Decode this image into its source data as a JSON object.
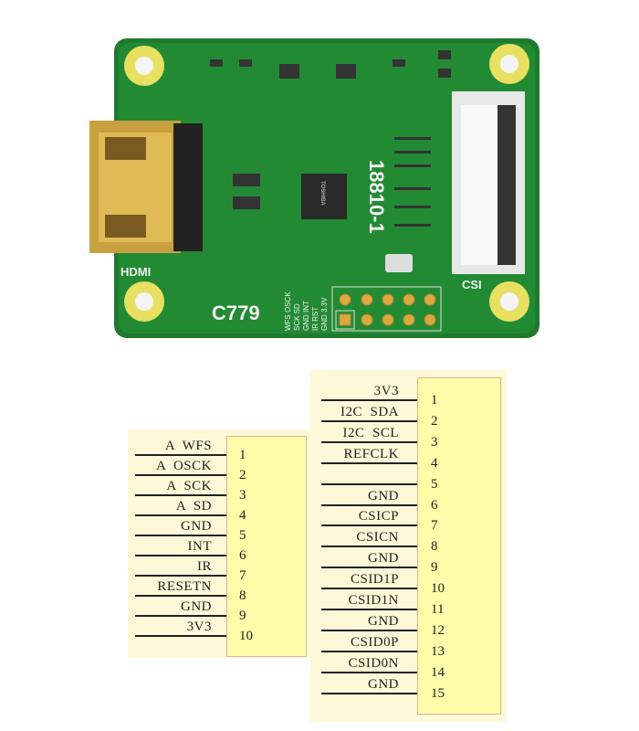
{
  "board": {
    "hdmi_label": "HDMI",
    "csi_label": "CSI",
    "model_label": "C779",
    "part_label": "18810-1",
    "chip_text": "TOSHIBA",
    "header_silk": [
      "WFS OSCK",
      "SCK SD",
      "GND INT",
      "IR RST",
      "GND 3.3V"
    ]
  },
  "audio_header": {
    "pins": [
      {
        "num": "1",
        "label": "A  WFS"
      },
      {
        "num": "2",
        "label": "A  OSCK"
      },
      {
        "num": "3",
        "label": "A  SCK"
      },
      {
        "num": "4",
        "label": "A  SD"
      },
      {
        "num": "5",
        "label": "GND"
      },
      {
        "num": "6",
        "label": "INT"
      },
      {
        "num": "7",
        "label": "IR"
      },
      {
        "num": "8",
        "label": "RESETN"
      },
      {
        "num": "9",
        "label": "GND"
      },
      {
        "num": "10",
        "label": "3V3"
      }
    ]
  },
  "csi_header": {
    "pins": [
      {
        "num": "1",
        "label": "3V3"
      },
      {
        "num": "2",
        "label": "I2C  SDA"
      },
      {
        "num": "3",
        "label": "I2C  SCL"
      },
      {
        "num": "4",
        "label": "REFCLK"
      },
      {
        "num": "5",
        "label": ""
      },
      {
        "num": "6",
        "label": "GND"
      },
      {
        "num": "7",
        "label": "CSICP"
      },
      {
        "num": "8",
        "label": "CSICN"
      },
      {
        "num": "9",
        "label": "GND"
      },
      {
        "num": "10",
        "label": "CSID1P"
      },
      {
        "num": "11",
        "label": "CSID1N"
      },
      {
        "num": "12",
        "label": "GND"
      },
      {
        "num": "13",
        "label": "CSID0P"
      },
      {
        "num": "14",
        "label": "CSID0N"
      },
      {
        "num": "15",
        "label": "GND"
      }
    ]
  }
}
